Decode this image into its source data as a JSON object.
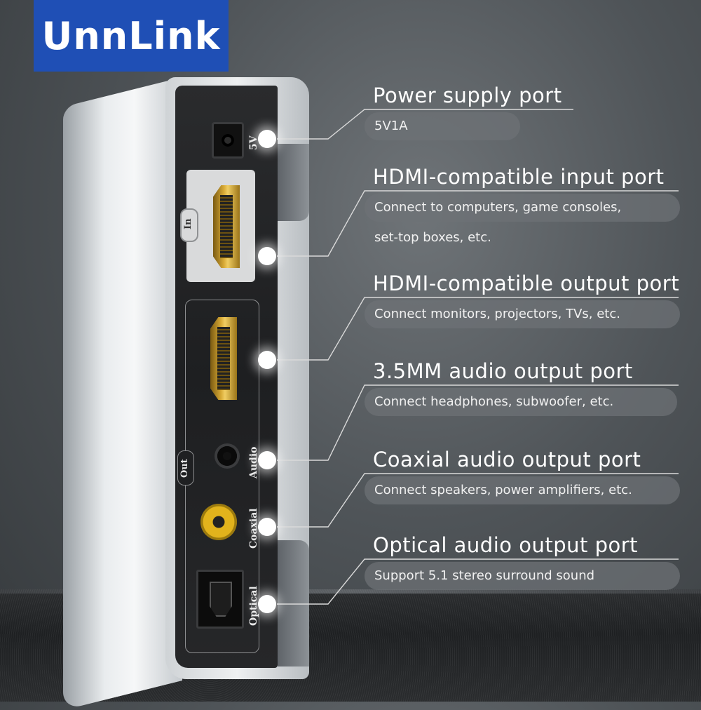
{
  "brand": {
    "logo_text": "UnnLink",
    "logo_color": "#1f4fb5"
  },
  "device": {
    "label_5v": "5V",
    "label_in": "In",
    "label_out": "Out",
    "label_audio": "Audio",
    "label_coaxial": "Coaxial",
    "label_optical": "Optical"
  },
  "callouts": [
    {
      "title": "Power supply port",
      "desc": "5V1A"
    },
    {
      "title": "HDMI-compatible input port",
      "desc_line1": "Connect to computers, game consoles,",
      "desc_line2": "set-top boxes, etc."
    },
    {
      "title": "HDMI-compatible output port",
      "desc": "Connect monitors, projectors, TVs, etc."
    },
    {
      "title": "3.5MM audio output port",
      "desc": "Connect headphones, subwoofer, etc."
    },
    {
      "title": "Coaxial audio output port",
      "desc": "Connect speakers, power amplifiers, etc."
    },
    {
      "title": "Optical audio output port",
      "desc": "Support 5.1 stereo surround sound"
    }
  ]
}
